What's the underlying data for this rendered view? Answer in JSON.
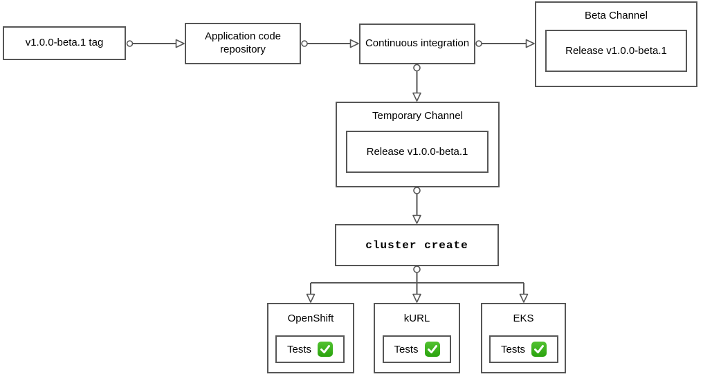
{
  "nodes": {
    "tag": {
      "label": "v1.0.0-beta.1 tag"
    },
    "repo": {
      "label": "Application code repository"
    },
    "ci": {
      "label": "Continuous integration"
    },
    "beta_channel": {
      "title": "Beta Channel",
      "release_label": "Release v1.0.0-beta.1"
    },
    "temporary_channel": {
      "title": "Temporary Channel",
      "release_label": "Release v1.0.0-beta.1"
    },
    "cluster_create": {
      "label": "cluster create"
    },
    "openshift": {
      "title": "OpenShift",
      "tests_label": "Tests"
    },
    "kurl": {
      "title": "kURL",
      "tests_label": "Tests"
    },
    "eks": {
      "title": "EKS",
      "tests_label": "Tests"
    }
  },
  "icons": {
    "tests_status": "check-mark-button"
  },
  "colors": {
    "stroke": "#565656",
    "text": "#000000",
    "canvas_background": "#ffffff",
    "check_green_top": "#52c231",
    "check_green_bottom": "#2aa30e",
    "check_mark": "#ffffff"
  }
}
